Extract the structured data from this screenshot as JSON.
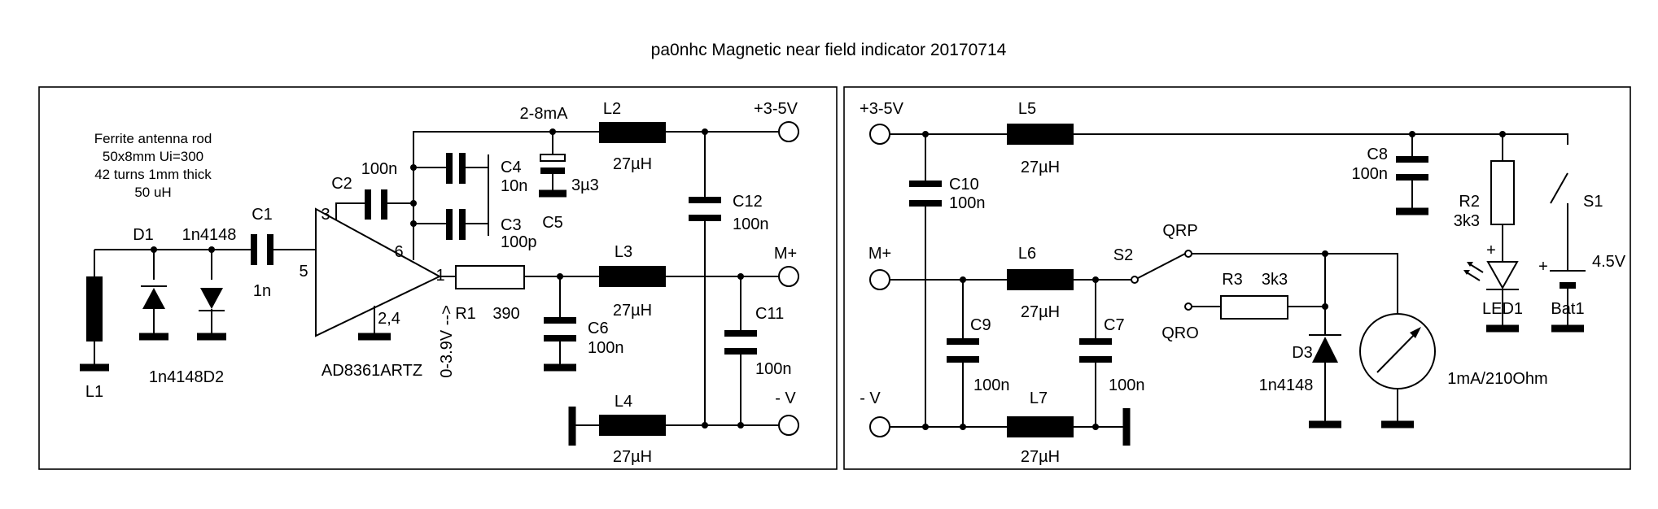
{
  "title": "pa0nhc Magnetic near field indicator 20170714",
  "left": {
    "antenna_note": [
      "Ferrite antenna rod",
      "50x8mm Ui=300",
      "42 turns 1mm thick",
      "50 uH"
    ],
    "L1": "L1",
    "D1": "D1",
    "D1_type": "1n4148",
    "D2_label": "1n4148D2",
    "C1": "C1",
    "C1_val": "1n",
    "ic_name": "AD8361ARTZ",
    "pin3": "3",
    "pin5": "5",
    "pin6": "6",
    "pin1": "1",
    "pin24": "2,4",
    "C2": "C2",
    "C2_val": "100n",
    "C4": "C4",
    "C4_val": "10n",
    "C3": "C3",
    "C3_val": "100p",
    "C5": "C5",
    "C5_val": "3µ3",
    "current": "2-8mA",
    "L2": "L2",
    "L2_val": "27µH",
    "vplus": "+3-5V",
    "C12": "C12",
    "C12_val": "100n",
    "R1": "R1",
    "R1_val": "390",
    "out_range": "0-3.9V -->",
    "L3": "L3",
    "L3_val": "27µH",
    "mplus": "M+",
    "C6": "C6",
    "C6_val": "100n",
    "C11": "C11",
    "C11_val": "100n",
    "L4": "L4",
    "L4_val": "27µH",
    "vminus": "- V"
  },
  "right": {
    "vplus": "+3-5V",
    "L5": "L5",
    "L5_val": "27µH",
    "C10": "C10",
    "C10_val": "100n",
    "C8": "C8",
    "C8_val": "100n",
    "R2": "R2",
    "R2_val": "3k3",
    "S1": "S1",
    "plus1": "+",
    "plus2": "+",
    "bat_val": "4.5V",
    "LED1": "LED1",
    "Bat1": "Bat1",
    "mplus": "M+",
    "L6": "L6",
    "L6_val": "27µH",
    "S2": "S2",
    "QRP": "QRP",
    "QRO": "QRO",
    "R3": "R3",
    "R3_val": "3k3",
    "C9": "C9",
    "C9_val": "100n",
    "C7": "C7",
    "C7_val": "100n",
    "D3": "D3",
    "D3_type": "1n4148",
    "meter": "1mA/210Ohm",
    "vminus": "- V",
    "L7": "L7",
    "L7_val": "27µH"
  }
}
